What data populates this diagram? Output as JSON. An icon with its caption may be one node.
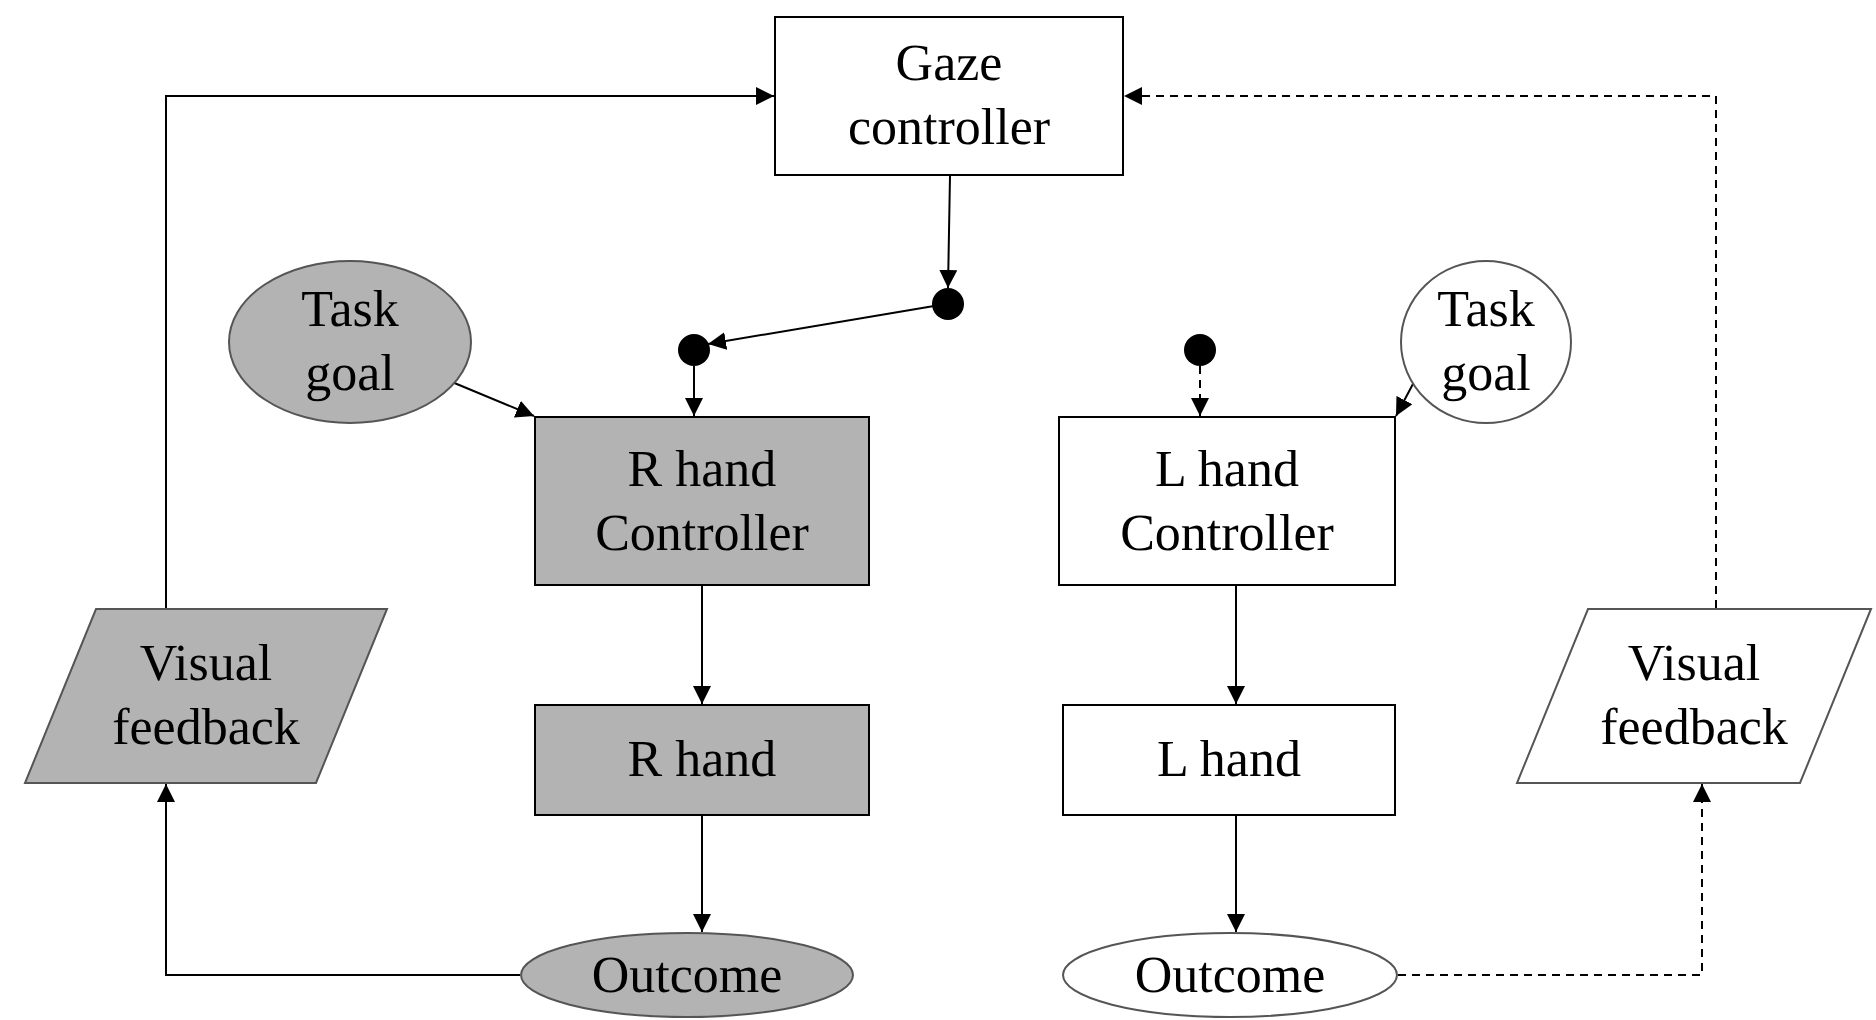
{
  "diagram": {
    "nodes": [
      {
        "text": [
          "Gaze controller"
        ]
      },
      {
        "text": [],
        "shape": "circle"
      },
      {
        "text": [
          "Task goal"
        ]
      },
      {
        "text": [],
        "shape": "circle"
      },
      {
        "text": [
          "R hand Controller"
        ]
      },
      {
        "text": [],
        "shape": "circle"
      },
      {
        "text": [
          "Task goal"
        ]
      },
      {
        "text": [
          "L hand Controller"
        ]
      },
      {
        "text": [
          "Visual feedback"
        ]
      },
      {
        "text": [
          "R hand"
        ]
      },
      {
        "text": [
          "L hand"
        ]
      },
      {
        "text": [
          "Visual feedback"
        ]
      },
      {
        "text": [
          "Outcome"
        ]
      },
      {
        "text": [
          "Outcome"
        ]
      }
    ],
    "edges": [
      {
        "from": 0,
        "to": 1,
        "arrow": "to"
      },
      {
        "from": 1,
        "to": 3,
        "arrow": "to"
      },
      {
        "from": 3,
        "to": 4,
        "arrow": "to"
      },
      {
        "from": 2,
        "to": 4,
        "arrow": "to"
      },
      {
        "from": 5,
        "to": 7,
        "arrow": "to",
        "style": "dashed"
      },
      {
        "from": 6,
        "to": 7,
        "arrow": "to"
      },
      {
        "from": 4,
        "to": 9,
        "arrow": "to"
      },
      {
        "from": 9,
        "to": 12,
        "arrow": "to"
      },
      {
        "from": 7,
        "to": 10,
        "arrow": "to"
      },
      {
        "from": 10,
        "to": 13,
        "arrow": "to"
      },
      {
        "from": 12,
        "to": 8,
        "arrow": "to"
      },
      {
        "from": 8,
        "to": 0,
        "arrow": "to"
      },
      {
        "from": 13,
        "to": 11,
        "arrow": "to",
        "style": "dashed"
      },
      {
        "from": 11,
        "to": 0,
        "arrow": "to",
        "style": "dashed"
      }
    ]
  }
}
